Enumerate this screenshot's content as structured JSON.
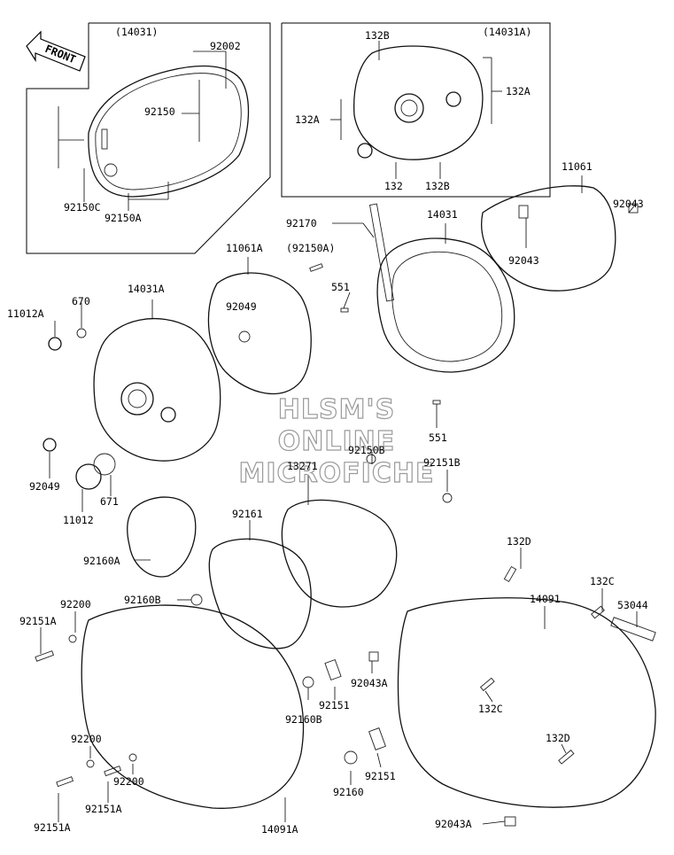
{
  "front_badge": "FRONT",
  "watermark": [
    "HLSM'S",
    "ONLINE",
    "MICROFICHE"
  ],
  "boxes": {
    "left_title": "(14031)",
    "right_title": "(14031A)"
  },
  "labels": {
    "p92002": "92002",
    "p92150": "92150",
    "p92150C": "92150C",
    "p92150A_box": "92150A",
    "p132B_top": "132B",
    "p132A_left": "132A",
    "p132A_right": "132A",
    "p132": "132",
    "p132B_bottom": "132B",
    "p11061": "11061",
    "p92043_r1": "92043",
    "p92043_r2": "92043",
    "p92170": "92170",
    "p92150A_paren": "(92150A)",
    "p14031": "14031",
    "p551_top": "551",
    "p551_bot": "551",
    "p11061A": "11061A",
    "p92049_g": "92049",
    "p670": "670",
    "p11012A": "11012A",
    "p14031A": "14031A",
    "p92049": "92049",
    "p11012": "11012",
    "p671": "671",
    "p92150B": "92150B",
    "p13271": "13271",
    "p92151B": "92151B",
    "p92161": "92161",
    "p92160A": "92160A",
    "p132D_top": "132D",
    "p14091": "14091",
    "p132C_top": "132C",
    "p53044": "53044",
    "p92160B_top": "92160B",
    "p92200_top": "92200",
    "p92151A_top": "92151A",
    "p92043A_top": "92043A",
    "p92151_mid": "92151",
    "p92160B_mid": "92160B",
    "p132C_mid": "132C",
    "p132D_mid": "132D",
    "p92200_b1": "92200",
    "p92200_b2": "92200",
    "p92151A_b1": "92151A",
    "p92151A_b2": "92151A",
    "p92160": "92160",
    "p92151_bot": "92151",
    "p14091A": "14091A",
    "p92043A_bot": "92043A"
  }
}
